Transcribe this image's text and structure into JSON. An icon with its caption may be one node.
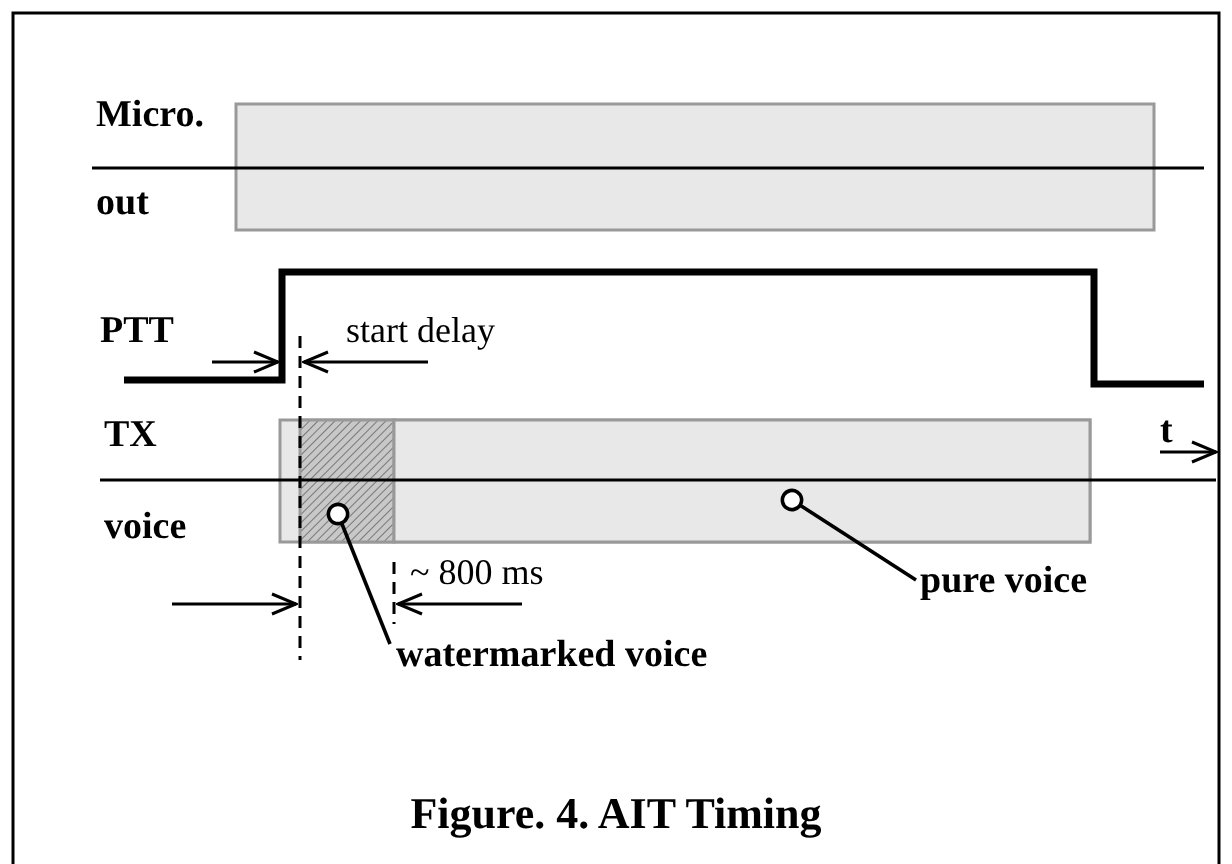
{
  "diagram": {
    "caption": "Figure. 4. AIT Timing",
    "nodes": [
      {
        "text": [],
        "shape": "bar"
      },
      {
        "text": [],
        "shape": "bar"
      },
      {
        "text": [
          "pure voice"
        ]
      },
      {
        "text": [
          "watermarked voice"
        ]
      }
    ],
    "edges": [
      {
        "from": 3,
        "to": 0,
        "arrow": "other"
      },
      {
        "from": 2,
        "to": 1,
        "arrow": "other"
      }
    ],
    "labels": [
      "Micro.",
      "out",
      "PTT",
      "start delay",
      "TX",
      "t",
      "voice",
      "~ 800 ms"
    ]
  }
}
